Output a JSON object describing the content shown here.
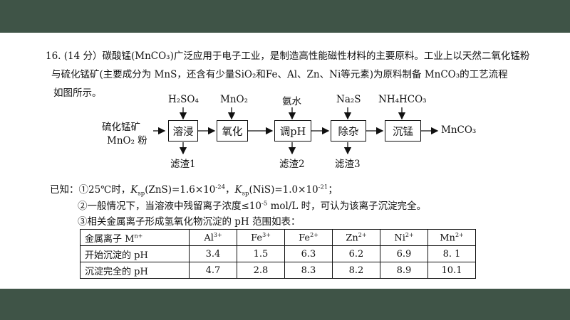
{
  "question": {
    "line1": "16. (14 分）碳酸锰(MnCO₃)广泛应用于电子工业，是制造高性能磁性材料的主要原料。工业上以天然二氧化锰粉",
    "line2": "与硫化锰矿(主要成分为 MnS，还含有少量SiO₂和Fe、Al、Zn、Ni等元素)为原料制备 MnCO₃的工艺流程",
    "line3": "如图所示。"
  },
  "flow": {
    "input_line1": "硫化锰矿",
    "input_line2": "MnO₂ 粉",
    "steps": [
      "溶浸",
      "氧化",
      "调pH",
      "除杂",
      "沉锰"
    ],
    "reagents": [
      "H₂SO₄",
      "MnO₂",
      "氨水",
      "Na₂S",
      "NH₄HCO₃"
    ],
    "residues": [
      "滤渣1",
      "滤渣2",
      "滤渣3"
    ],
    "product": "MnCO₃"
  },
  "known": {
    "label": "已知：",
    "item1_prefix": "①25℃时，",
    "ksp_zns": "K",
    "ksp_zns_sub": "sp",
    "ksp_zns_val": "(ZnS)=1.6×10",
    "ksp_zns_exp": "-24",
    "sep": "，",
    "ksp_nis": "K",
    "ksp_nis_sub": "sp",
    "ksp_nis_val": "(NiS)=1.0×10",
    "ksp_nis_exp": "-21",
    "item1_end": "；",
    "item2_a": "②一般情况下，当溶液中残留离子浓度≤10",
    "item2_exp": "-5",
    "item2_b": " mol/L 时，可认为该离子沉淀完全。",
    "item3": "③相关金属离子形成氢氧化物沉淀的 pH 范围如表："
  },
  "table": {
    "header_label": "金属离子 M",
    "header_label_sup": "n+",
    "ions": [
      {
        "base": "Al",
        "charge": "3+"
      },
      {
        "base": "Fe",
        "charge": "3+"
      },
      {
        "base": "Fe",
        "charge": "2+"
      },
      {
        "base": "Zn",
        "charge": "2+"
      },
      {
        "base": "Ni",
        "charge": "2+"
      },
      {
        "base": "Mn",
        "charge": "2+"
      }
    ],
    "rows": [
      {
        "label": "开始沉淀的 pH",
        "values": [
          "3.4",
          "1.5",
          "6.3",
          "6.2",
          "6.9",
          "8. 1"
        ]
      },
      {
        "label": "沉淀完全的 pH",
        "values": [
          "4.7",
          "2.8",
          "8.3",
          "8.2",
          "8.9",
          "10.1"
        ]
      }
    ]
  }
}
